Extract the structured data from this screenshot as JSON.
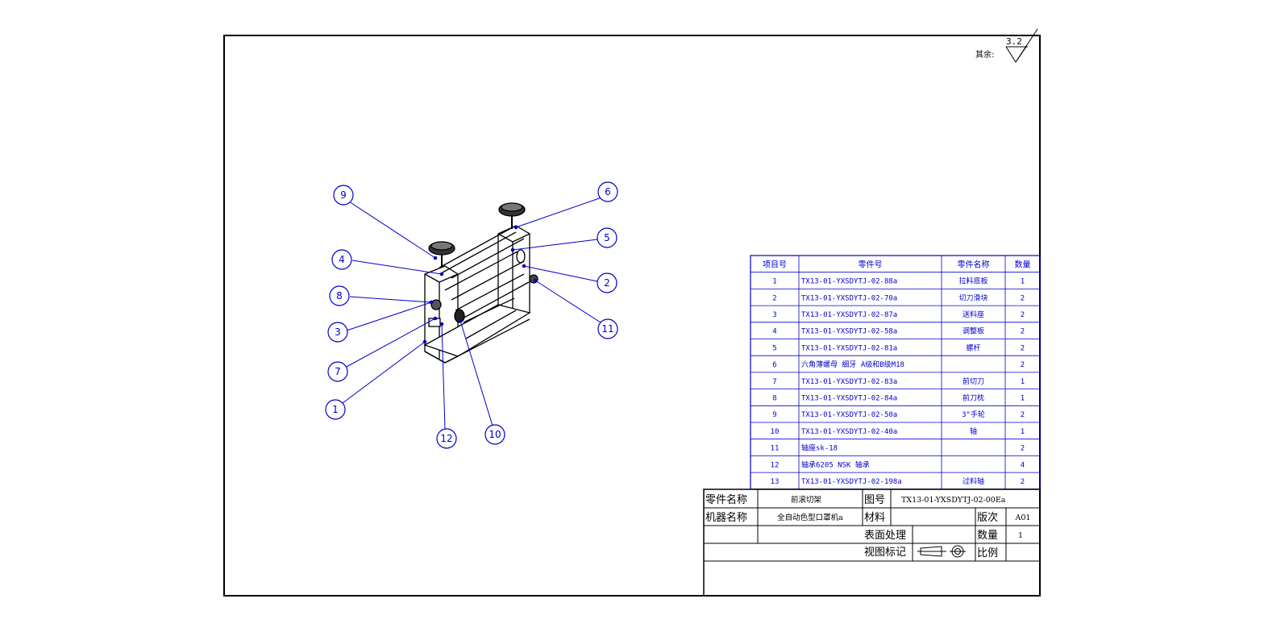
{
  "surface_finish": {
    "prefix": "其余:",
    "value": "3.2"
  },
  "balloons": [
    "1",
    "2",
    "3",
    "4",
    "5",
    "6",
    "7",
    "8",
    "9",
    "10",
    "11",
    "12"
  ],
  "bom": {
    "headers": [
      "项目号",
      "零件号",
      "零件名称",
      "数量"
    ],
    "rows": [
      [
        "1",
        "TX13-01-YXSDYTJ-02-88a",
        "拉料底板",
        "1"
      ],
      [
        "2",
        "TX13-01-YXSDYTJ-02-70a",
        "切刀滑块",
        "2"
      ],
      [
        "3",
        "TX13-01-YXSDYTJ-02-87a",
        "送料座",
        "2"
      ],
      [
        "4",
        "TX13-01-YXSDYTJ-02-58a",
        "调整板",
        "2"
      ],
      [
        "5",
        "TX13-01-YXSDYTJ-02-81a",
        "螺杆",
        "2"
      ],
      [
        "6",
        "六角薄螺母 细牙 A级和B级M18",
        "",
        "2"
      ],
      [
        "7",
        "TX13-01-YXSDYTJ-02-83a",
        "前切刀",
        "1"
      ],
      [
        "8",
        "TX13-01-YXSDYTJ-02-84a",
        "前刀枕",
        "1"
      ],
      [
        "9",
        "TX13-01-YXSDYTJ-02-50a",
        "3\"手轮",
        "2"
      ],
      [
        "10",
        "TX13-01-YXSDYTJ-02-40a",
        "轴",
        "1"
      ],
      [
        "11",
        "轴座sk-18",
        "",
        "2"
      ],
      [
        "12",
        "轴承6205  NSK 轴承",
        "",
        "4"
      ],
      [
        "13",
        "TX13-01-YXSDYTJ-02-198a",
        "过料轴",
        "2"
      ]
    ]
  },
  "title_block": {
    "part_name_label": "零件名称",
    "part_name_value": "前滚切架",
    "drawing_no_label": "图号",
    "drawing_no_value": "TX13-01-YXSDYTJ-02-00Ea",
    "machine_name_label": "机器名称",
    "machine_name_value": "全自动色型口罩机a",
    "material_label": "材料",
    "material_value": "",
    "revision_label": "版次",
    "revision_value": "A01",
    "surface_treatment_label": "表面处理",
    "surface_treatment_value": "",
    "quantity_label": "数量",
    "quantity_value": "1",
    "view_mark_label": "视图标记",
    "scale_label": "比例",
    "scale_value": ""
  },
  "colors": {
    "annotation": "#0000cc",
    "frame": "#000000",
    "background": "#ffffff"
  }
}
